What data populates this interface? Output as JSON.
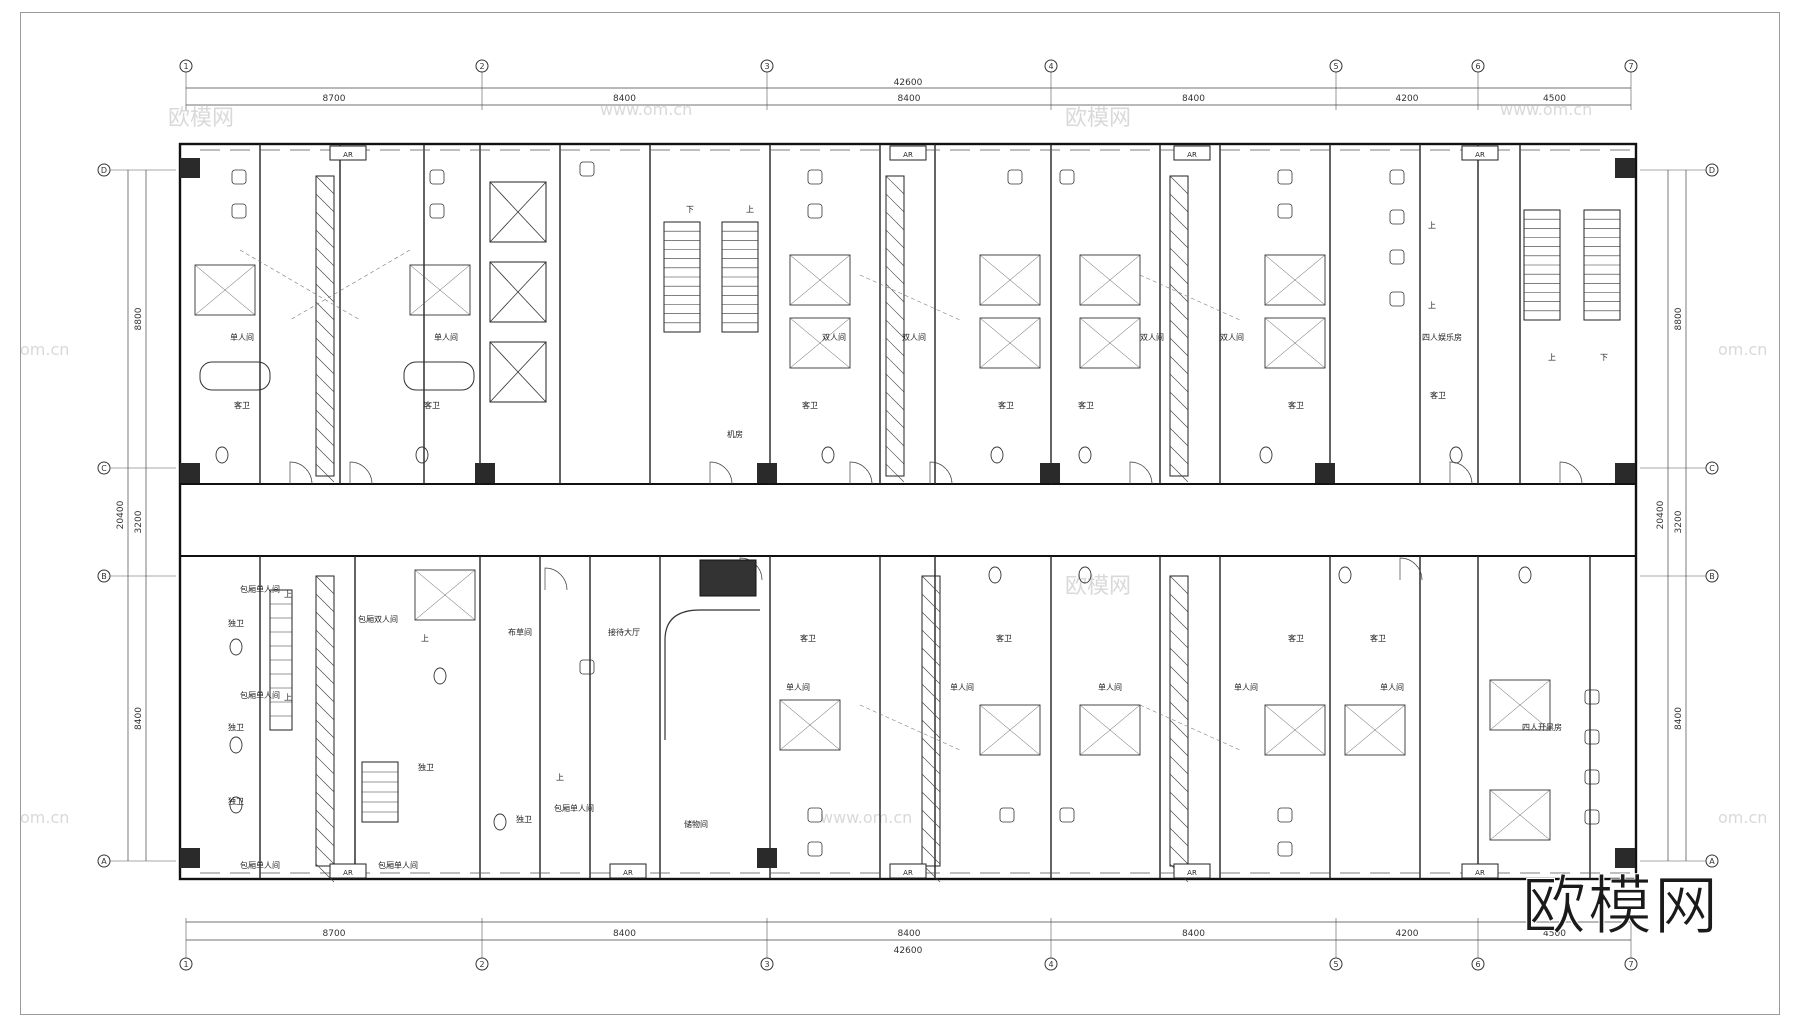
{
  "drawing": {
    "grid_columns": [
      "1",
      "2",
      "3",
      "4",
      "5",
      "6",
      "7"
    ],
    "grid_rows": [
      "D",
      "C",
      "B",
      "A"
    ],
    "dims_top": [
      "8700",
      "8400",
      "8400",
      "8400",
      "4200",
      "4500"
    ],
    "dims_bottom": [
      "8700",
      "8400",
      "8400",
      "8400",
      "4200",
      "4500"
    ],
    "total_width": "42600",
    "dims_left": [
      "8800",
      "3200",
      "8400"
    ],
    "total_height": "20400",
    "rooms_top": [
      "单人间",
      "单人间",
      "双人间",
      "双人间",
      "双人间",
      "双人间",
      "四人娱乐房",
      "机房"
    ],
    "baths_top": [
      "客卫",
      "客卫",
      "客卫",
      "客卫",
      "客卫",
      "客卫",
      "客卫"
    ],
    "rooms_bottom": [
      "包厢单人间",
      "包厢单人间",
      "包厢单人间",
      "包厢双人间",
      "布草间",
      "接待大厅",
      "储物间",
      "包厢单人间",
      "包厢单人间",
      "单人间",
      "单人间",
      "单人间",
      "单人间",
      "单人间",
      "四人开黑房"
    ],
    "baths_bottom": [
      "独卫",
      "独卫",
      "独卫",
      "独卫",
      "独卫",
      "客卫",
      "客卫",
      "客卫",
      "客卫"
    ],
    "stair_up": "上",
    "stair_down": "下",
    "ac_label": "AR"
  },
  "watermark": {
    "text": "欧模网",
    "url": "www.om.cn",
    "short": "om.cn"
  },
  "brand": {
    "logo": "欧模网"
  }
}
